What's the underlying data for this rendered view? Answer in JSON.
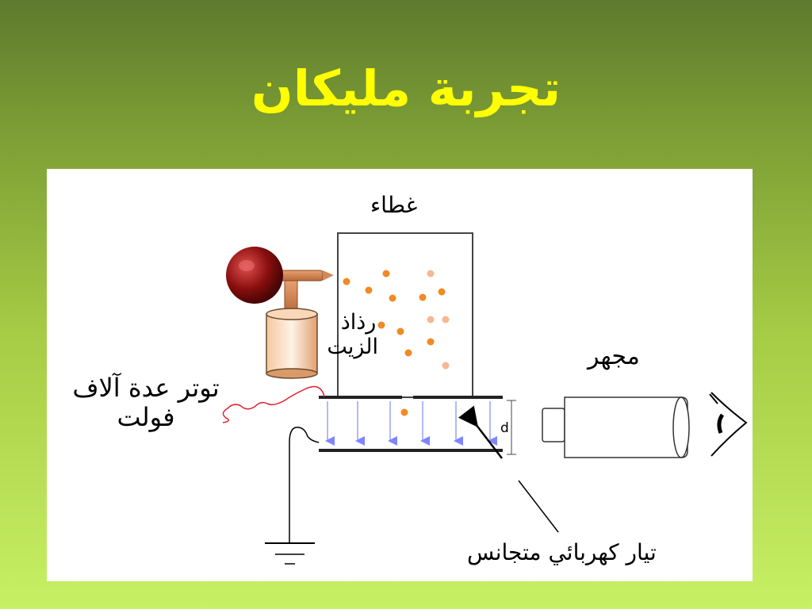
{
  "slide": {
    "title": "تجربة مليكان"
  },
  "diagram": {
    "labels": {
      "cover": "غطاء",
      "oil_spray": "رذاذ الزيت",
      "voltage": "توتر عدة آلاف فولت",
      "microscope": "مجهر",
      "uniform_current": "تيار كهربائي متجانس",
      "gap": "d"
    },
    "icons": [
      "atomizer-bulb-icon",
      "ground-symbol-icon",
      "microscope-icon",
      "eye-icon"
    ],
    "colors": {
      "title": "#ffff00",
      "bulb": "#8b0f0f",
      "droplet": "#f08a24",
      "field_arrow": "#9aa0ff",
      "wire": "#e0202a"
    }
  }
}
